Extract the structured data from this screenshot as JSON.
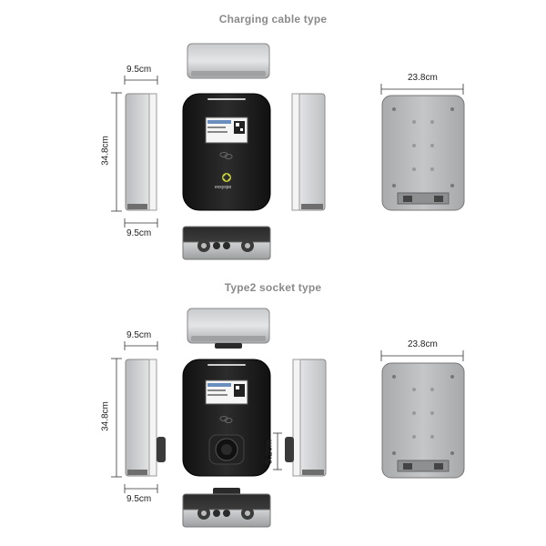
{
  "sections": [
    {
      "title": "Charging cable type",
      "dims": {
        "side_depth_top": "9.5cm",
        "height": "34.8cm",
        "side_depth_bottom": "9.5cm",
        "back_width": "23.8cm"
      },
      "front": {
        "logo_text": "evsyspo"
      }
    },
    {
      "title": "Type2 socket type",
      "dims": {
        "side_depth_top": "9.5cm",
        "height": "34.8cm",
        "side_depth_bottom": "9.5cm",
        "back_width": "23.8cm",
        "socket_height": "9.2cm"
      }
    }
  ]
}
